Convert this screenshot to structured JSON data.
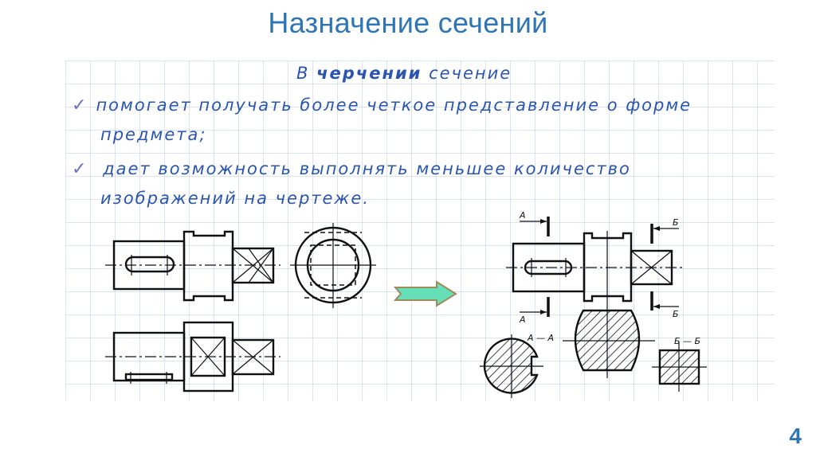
{
  "slide": {
    "title": "Назначение сечений",
    "page_number": "4",
    "accent_color": "#2e75b6",
    "text_color": "#2a55b0"
  },
  "content": {
    "intro_prefix": "В ",
    "intro_bold": "черчении",
    "intro_suffix": "  сечение",
    "bullets": [
      {
        "icon": "checkmark-icon",
        "line1": "помогает получать более четкое представление о форме",
        "line2": "предмета;"
      },
      {
        "icon": "checkmark-icon",
        "line1": " дает возможность выполнять меньшее количество",
        "line2": "изображений на чертеже."
      }
    ]
  },
  "drawings": {
    "left": {
      "description": "Shaft drawn with views (front, top, side)"
    },
    "arrow": {
      "icon": "right-arrow-icon",
      "fill": "#66e0b8",
      "stroke": "#a08a5a"
    },
    "right": {
      "labels": {
        "cut_a_top": "А",
        "cut_a_bottom": "А",
        "cut_b_top": "Б",
        "cut_b_bottom": "Б",
        "section_aa": "А — А",
        "section_bb": "Б — Б"
      }
    }
  }
}
